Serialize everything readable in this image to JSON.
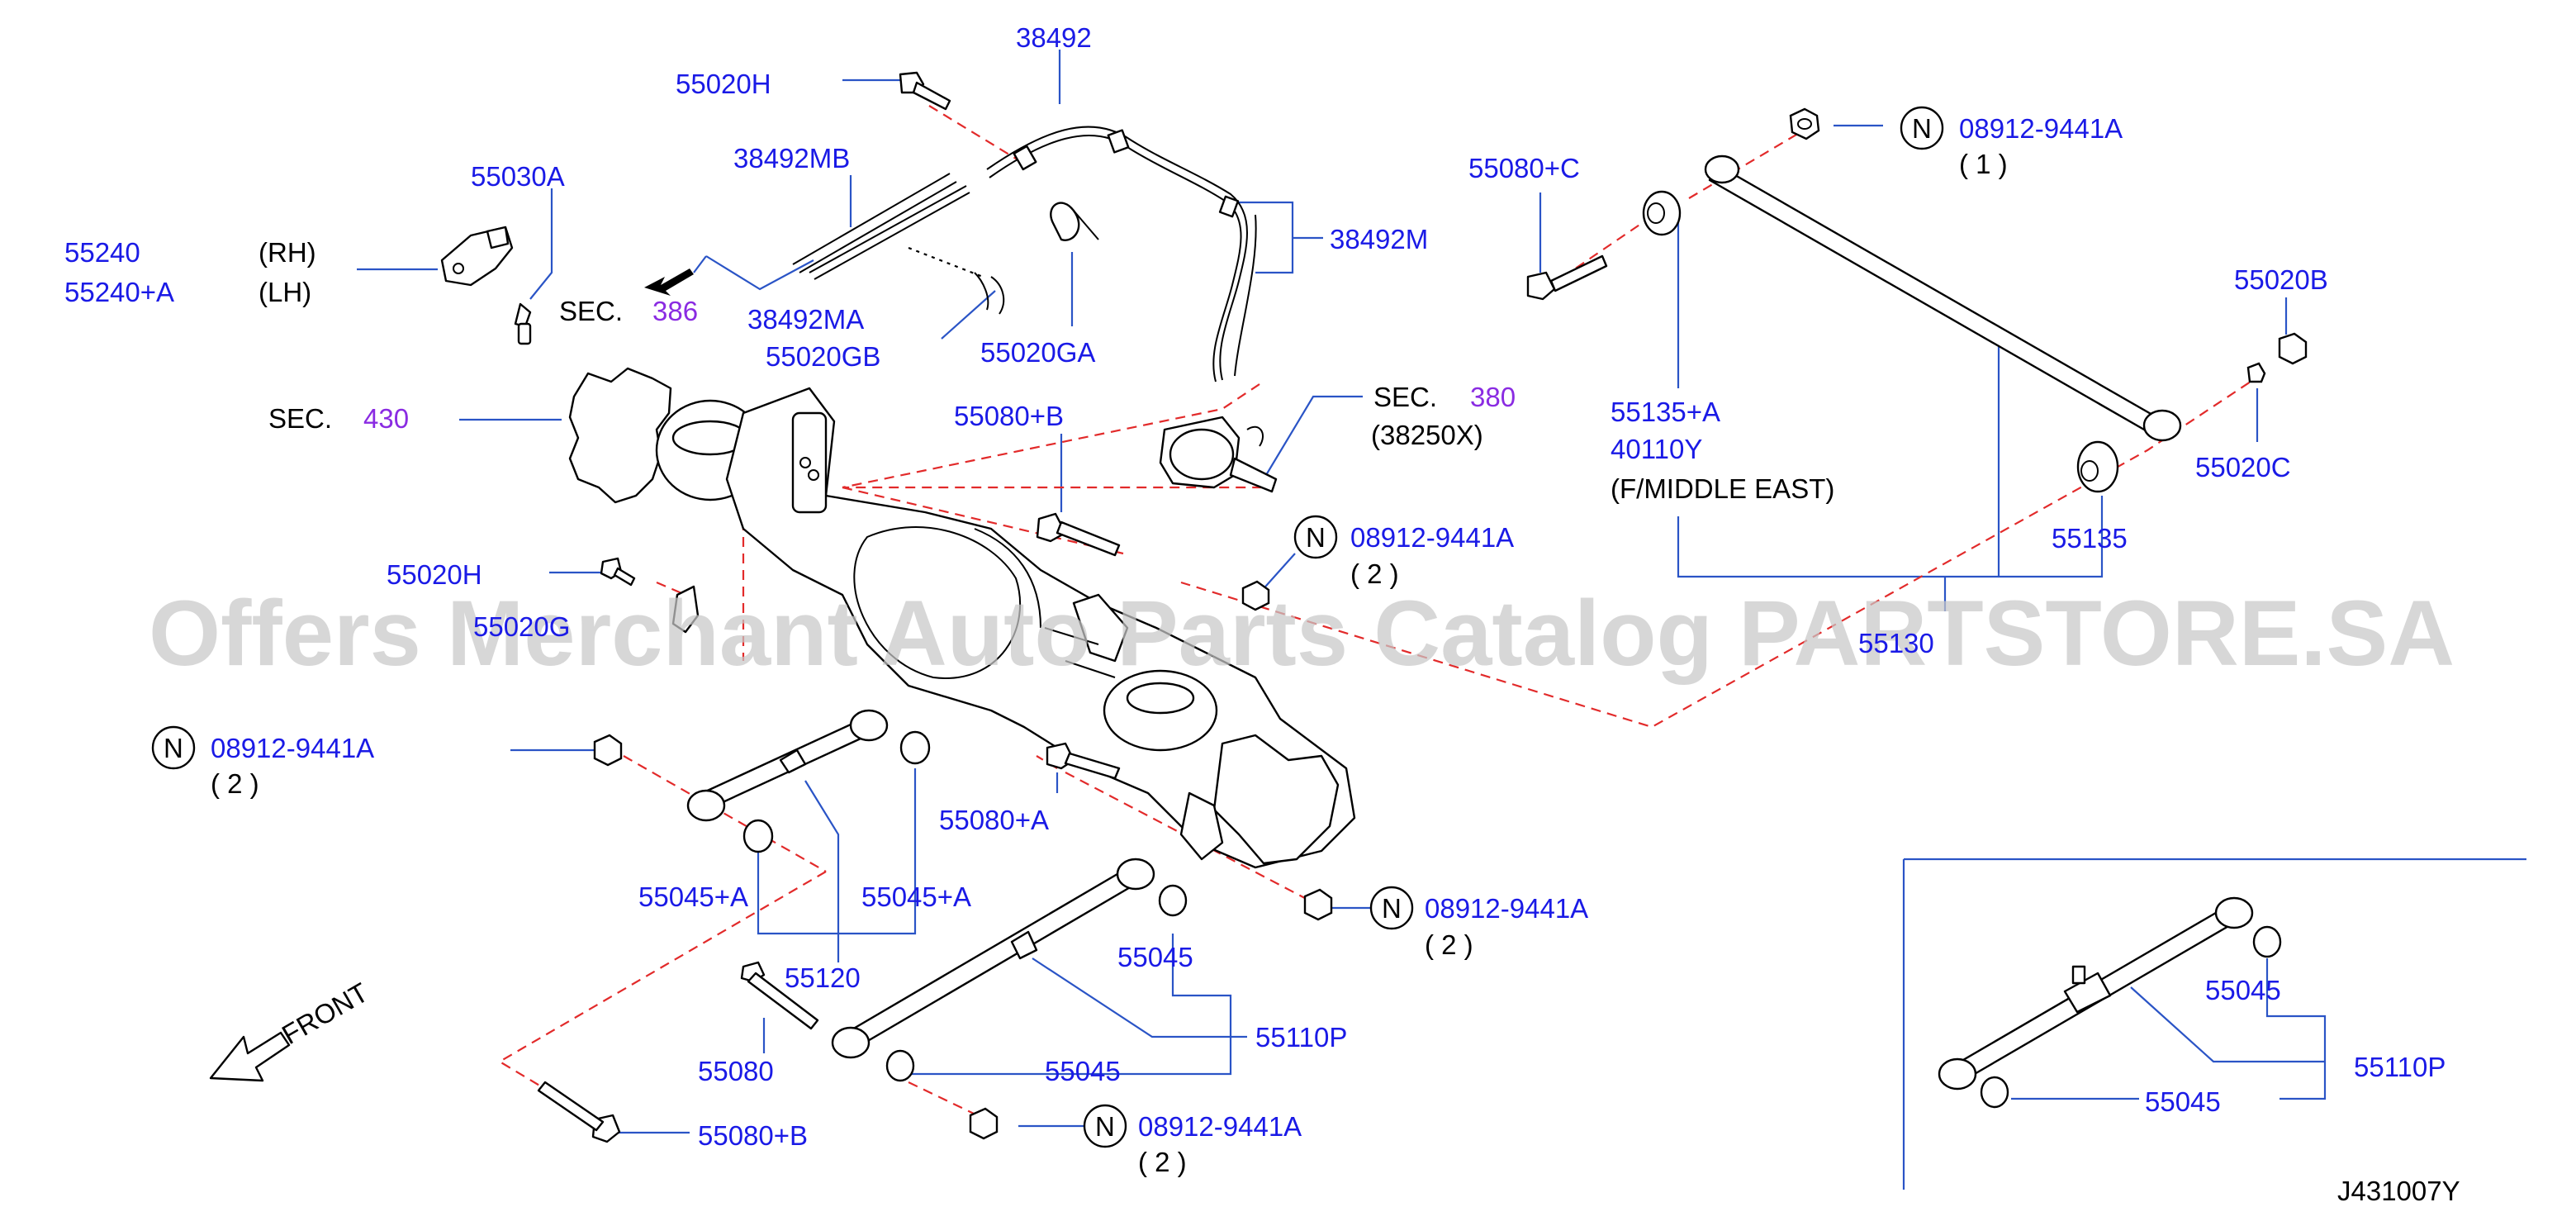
{
  "watermark": "Offers Merchant Auto Parts Catalog PARTSTORE.SA",
  "diagram_id": "J431007Y",
  "front_label": "FRONT",
  "nut_symbol": "N",
  "sections": {
    "sec386": {
      "prefix": "SEC.",
      "num": "386"
    },
    "sec430": {
      "prefix": "SEC.",
      "num": "430"
    },
    "sec380": {
      "prefix": "SEC.",
      "num": "380",
      "sub": "(38250X)"
    }
  },
  "labels": {
    "p38492": "38492",
    "p55020H_top": "55020H",
    "p55030A": "55030A",
    "p38492MB": "38492MB",
    "p55240": "55240",
    "p55240A": "55240+A",
    "rh": "(RH)",
    "lh": "(LH)",
    "p38492M": "38492M",
    "p38492MA": "38492MA",
    "p55020GB": "55020GB",
    "p55020GA": "55020GA",
    "p55080B_mid": "55080+B",
    "p55080C": "55080+C",
    "p08912_top": "08912-9441A",
    "q1_top": "( 1 )",
    "p55020B": "55020B",
    "p55135A": "55135+A",
    "p40110Y": "40110Y",
    "fmiddle": "(F/MIDDLE   EAST)",
    "p55020C": "55020C",
    "p55135": "55135",
    "p55130": "55130",
    "p08912_mid": "08912-9441A",
    "q2_mid": "( 2 )",
    "p55020H_mid": "55020H",
    "p55020G": "55020G",
    "p08912_left": "08912-9441A",
    "q2_left": "( 2 )",
    "p55080A": "55080+A",
    "p55045A_1": "55045+A",
    "p55045A_2": "55045+A",
    "p08912_right": "08912-9441A",
    "q2_right": "( 2 )",
    "p55045_mid": "55045",
    "p55120": "55120",
    "p55110P": "55110P",
    "p55080": "55080",
    "p55045_low": "55045",
    "p08912_bottom": "08912-9441A",
    "q2_bottom": "( 2 )",
    "p55080B_bottom": "55080+B",
    "inset_55045_top": "55045",
    "inset_55110P": "55110P",
    "inset_55045_bottom": "55045"
  },
  "colors": {
    "part_number": "#1a1ae6",
    "section_number": "#8a2be2",
    "leader_line": "#2a54c6",
    "hidden_line": "#e22a2a",
    "watermark": "#c8c8c8"
  }
}
